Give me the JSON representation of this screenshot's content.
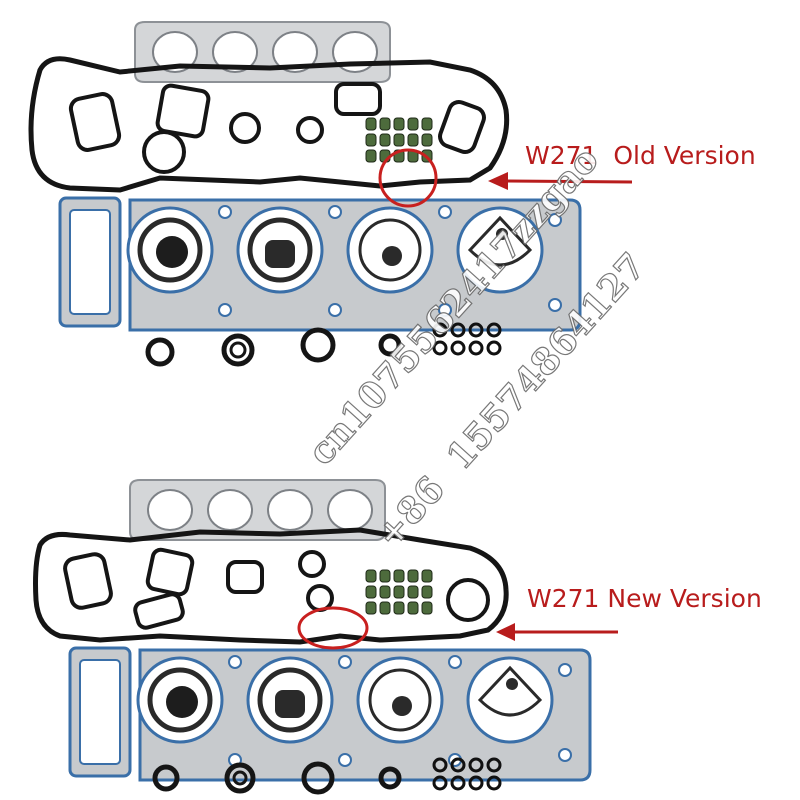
{
  "annotations": {
    "old_label": "W271  Old Version",
    "new_label": "W271 New Version",
    "label_color": "#b81c1c",
    "circle_color": "#c8201f"
  },
  "watermark": {
    "line1": "cn1075562417zzgao",
    "line2": "+86  15574864127"
  },
  "colors": {
    "gasket_blue": "#3a6fa8",
    "steel": "#b9bcc0",
    "rubber": "#1d1d1d"
  }
}
